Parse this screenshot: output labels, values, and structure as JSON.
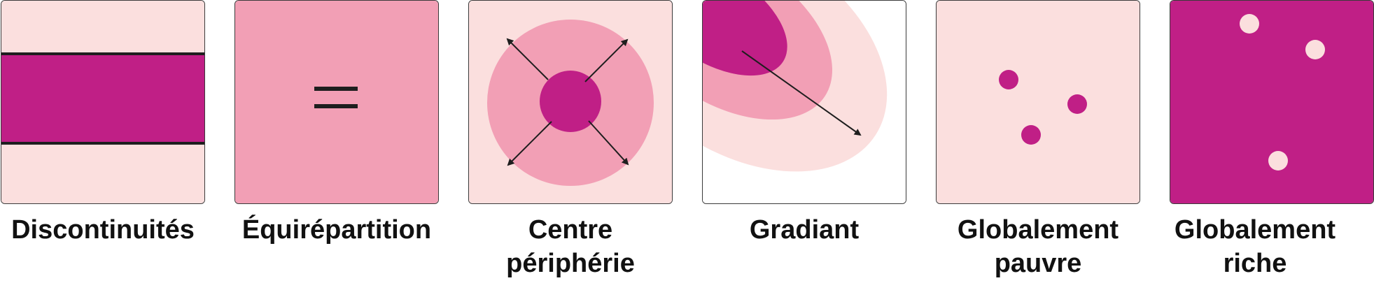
{
  "colors": {
    "light_pink": "#fbdfde",
    "mid_pink": "#f29fb5",
    "magenta": "#c01f86",
    "white": "#ffffff",
    "line": "#1e1e1e"
  },
  "panels": [
    {
      "label_lines": [
        "Discontinuités"
      ]
    },
    {
      "label_lines": [
        "Équirépartition"
      ]
    },
    {
      "label_lines": [
        "Centre",
        "périphérie"
      ]
    },
    {
      "label_lines": [
        "Gradiant"
      ]
    },
    {
      "label_lines": [
        "Globalement",
        "pauvre"
      ]
    },
    {
      "label_lines": [
        "Globalement",
        "riche"
      ]
    }
  ]
}
